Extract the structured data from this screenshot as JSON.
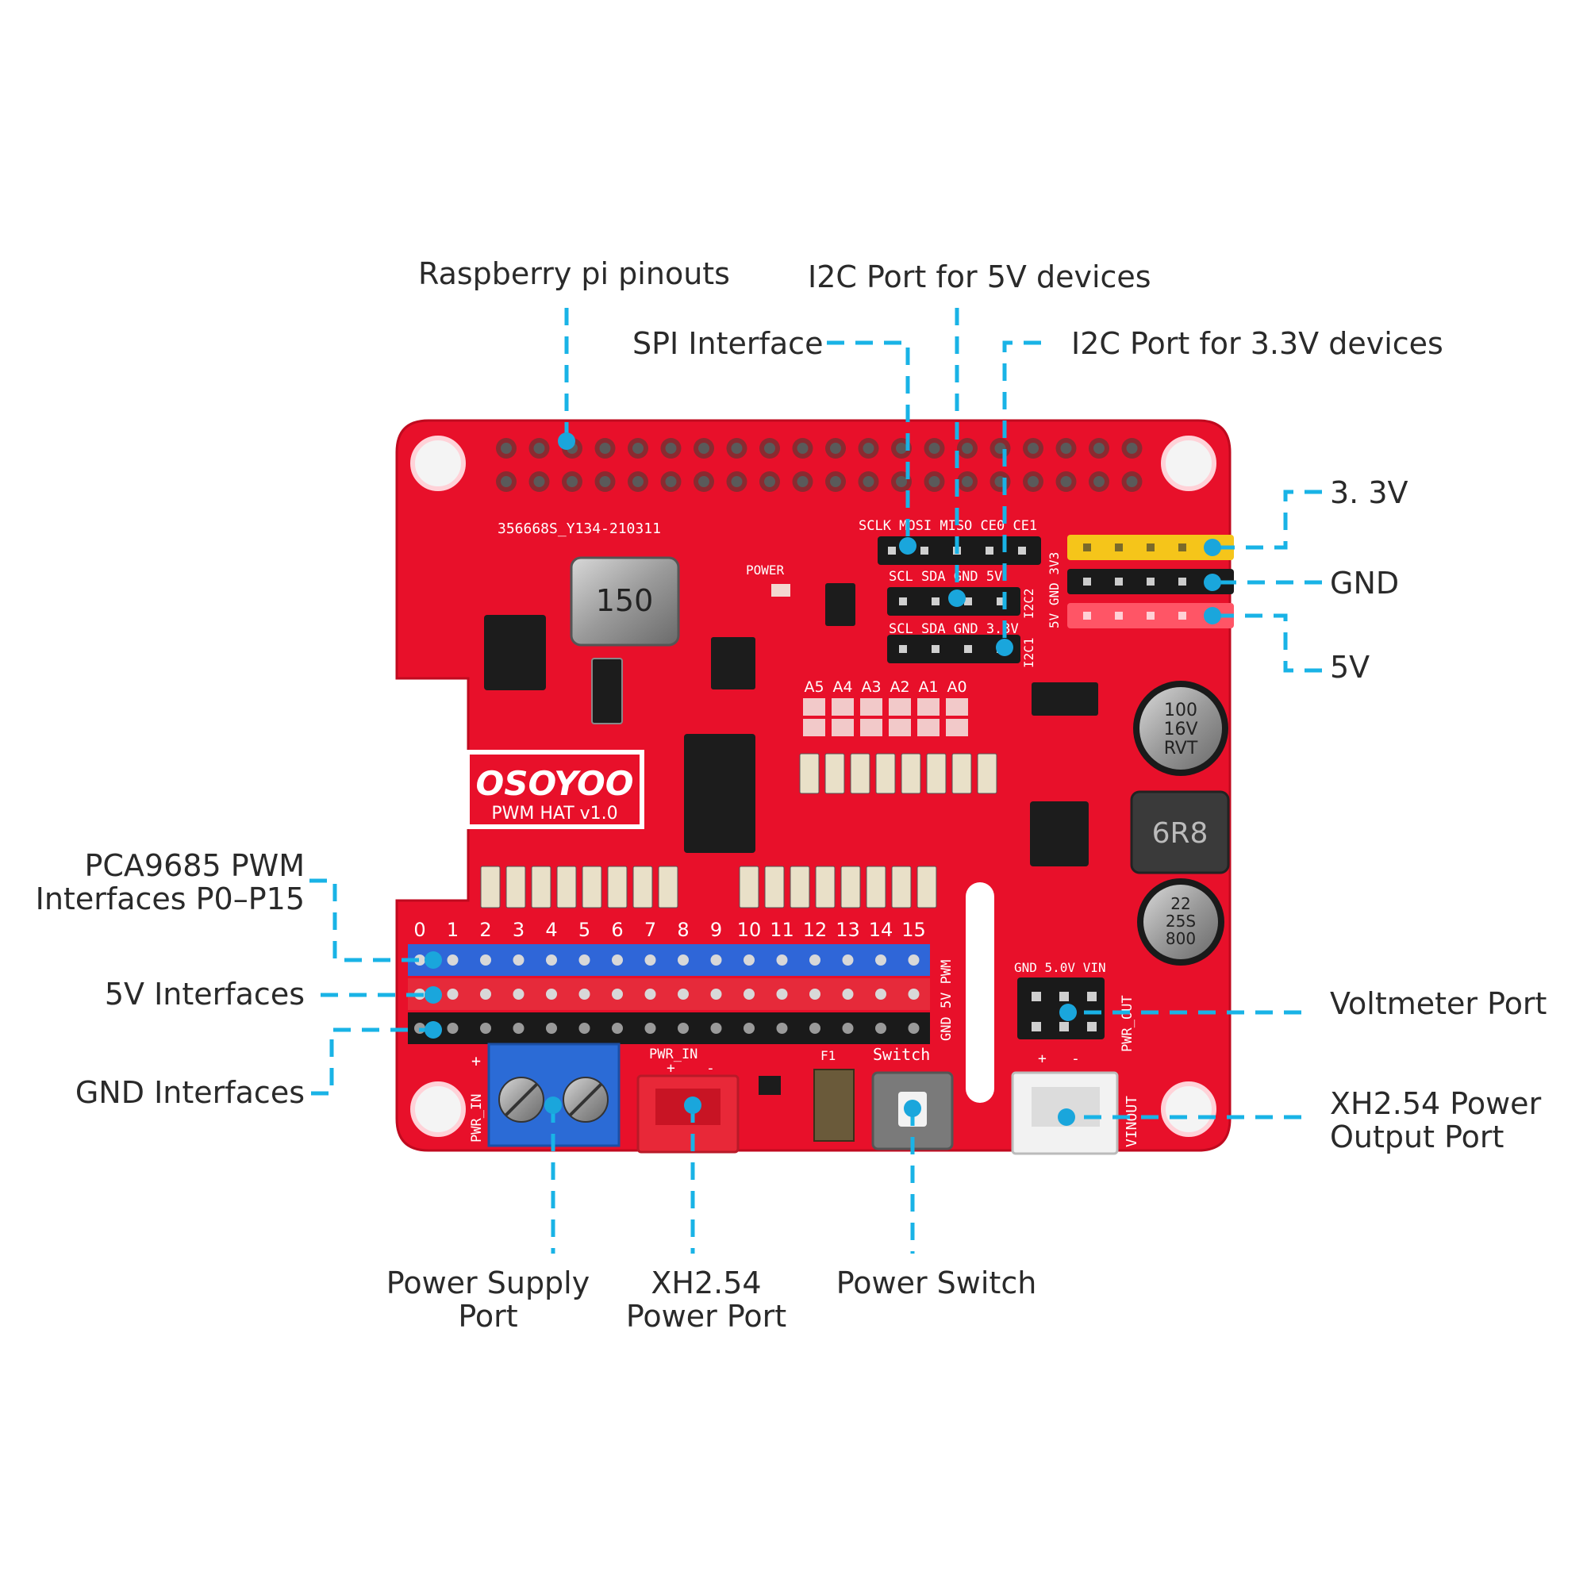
{
  "labels": {
    "raspberry_pi_pinouts": "Raspberry pi pinouts",
    "i2c_5v": "I2C Port for 5V devices",
    "spi_interface": "SPI Interface",
    "i2c_3v3": "I2C Port for 3.3V devices",
    "v33": "3. 3V",
    "gnd": "GND",
    "v5": "5V",
    "pwm_line1": "PCA9685 PWM",
    "pwm_line2": "Interfaces P0–P15",
    "v5_interfaces": "5V Interfaces",
    "gnd_interfaces": "GND Interfaces",
    "voltmeter_port": "Voltmeter Port",
    "xh_output_line1": "XH2.54 Power",
    "xh_output_line2": "Output Port",
    "power_supply_line1": "Power Supply",
    "power_supply_line2": "Port",
    "xh_power_line1": "XH2.54",
    "xh_power_line2": "Power Port",
    "power_switch": "Power Switch"
  },
  "board": {
    "part_number": "356668S_Y134-210311",
    "brand": "OSOYOO",
    "model": "PWM HAT v1.0",
    "inductor_l1": "150",
    "inductor_l2": "6R8",
    "cap_c9_line1": "100",
    "cap_c9_line2": "16V",
    "cap_c9_line3": "RVT",
    "cap_c11_line1": "22",
    "cap_c11_line2": "25S",
    "cap_c11_line3": "800",
    "spi_pins": "SCLK MOSI MISO CE0 CE1",
    "i2c2_pins": "SCL SDA GND 5V",
    "i2c1_pins": "SCL SDA GND 3.3V",
    "i2c2_tag": "I2C2",
    "i2c1_tag": "I2C1",
    "addr_pins": [
      "A5",
      "A4",
      "A3",
      "A2",
      "A1",
      "A0"
    ],
    "channel_numbers": [
      "0",
      "1",
      "2",
      "3",
      "4",
      "5",
      "6",
      "7",
      "8",
      "9",
      "10",
      "11",
      "12",
      "13",
      "14",
      "15"
    ],
    "header_rails": "5V GND 3V3",
    "row_tags": "GND 5V PWM",
    "volt_header": "GND 5.0V VIN",
    "pwr_out": "PWR_OUT",
    "pwr_in_left": "PWR_IN",
    "pwr_in_top": "PWR_IN",
    "switch": "Switch",
    "vinout": "VINOUT",
    "fuse": "F1",
    "power_led": "POWER",
    "plus": "+",
    "minus": "-"
  },
  "colors": {
    "board": "#e8102a",
    "leader": "#19b3e6",
    "pin_blue": "#2f66d8",
    "pin_red": "#e62a3a",
    "pin_black": "#1a1a1a",
    "pin_yellow": "#f5c51a"
  }
}
